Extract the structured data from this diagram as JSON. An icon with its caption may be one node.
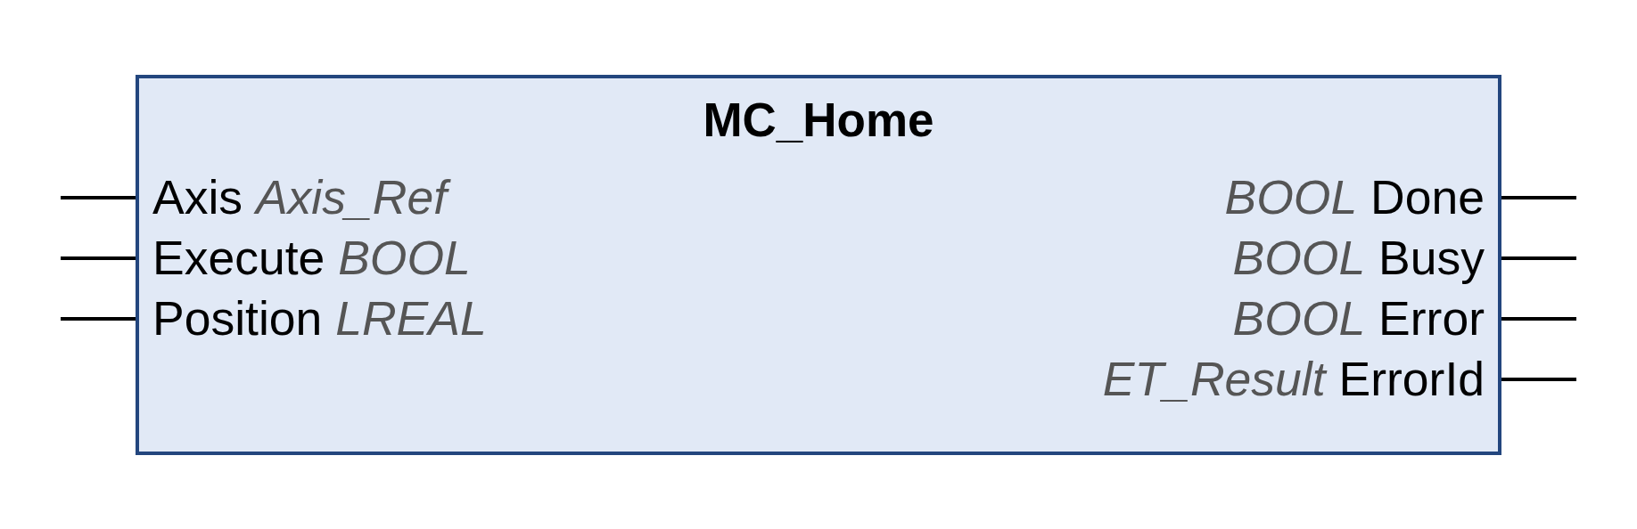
{
  "diagram": {
    "nodes": [
      {
        "text": [
          "MC_Home"
        ]
      },
      {
        "text": [
          "Axis *Axis_Ref*"
        ],
        "in": 0
      },
      {
        "text": [
          "Execute *BOOL*"
        ],
        "in": 0
      },
      {
        "text": [
          "Position *LREAL*"
        ],
        "in": 0
      },
      {
        "text": [
          "*BOOL* Done"
        ],
        "in": 0
      },
      {
        "text": [
          "*BOOL* Busy"
        ],
        "in": 0
      },
      {
        "text": [
          "*BOOL* Error"
        ],
        "in": 0
      },
      {
        "text": [
          "*ET_Result* ErrorId"
        ],
        "in": 0
      }
    ],
    "edges": [
      {
        "from": null,
        "to": 1,
        "arrow": "none"
      },
      {
        "from": null,
        "to": 2,
        "arrow": "none"
      },
      {
        "from": null,
        "to": 3,
        "arrow": "none"
      },
      {
        "from": 4,
        "to": null,
        "arrow": "none"
      },
      {
        "from": 5,
        "to": null,
        "arrow": "none"
      },
      {
        "from": 6,
        "to": null,
        "arrow": "none"
      },
      {
        "from": 7,
        "to": null,
        "arrow": "none"
      }
    ]
  }
}
